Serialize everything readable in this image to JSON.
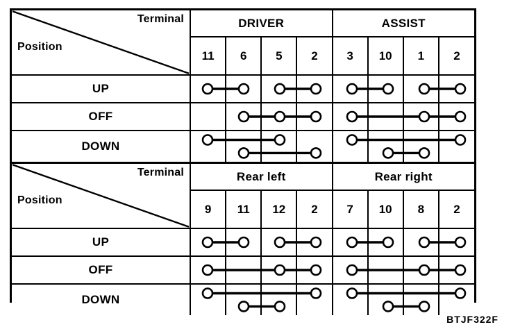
{
  "figure": {
    "code": "BTJF322F",
    "header_labels": {
      "terminal": "Terminal",
      "position": "Position"
    }
  },
  "tables": [
    {
      "name": "front-windows",
      "groups": [
        {
          "label": "DRIVER",
          "terminals": [
            "11",
            "6",
            "5",
            "2"
          ]
        },
        {
          "label": "ASSIST",
          "terminals": [
            "3",
            "10",
            "1",
            "2"
          ]
        }
      ],
      "rows": [
        {
          "label": "UP",
          "groups": [
            {
              "nodes": [
                0,
                1,
                2,
                3
              ],
              "links": [
                [
                  0,
                  1
                ],
                [
                  2,
                  3
                ]
              ]
            },
            {
              "nodes": [
                0,
                1,
                2,
                3
              ],
              "links": [
                [
                  0,
                  1
                ],
                [
                  2,
                  3
                ]
              ]
            }
          ]
        },
        {
          "label": "OFF",
          "groups": [
            {
              "nodes": [
                1,
                2,
                3
              ],
              "links": [
                [
                  1,
                  2
                ],
                [
                  2,
                  3
                ]
              ]
            },
            {
              "nodes": [
                0,
                2,
                3
              ],
              "links": [
                [
                  0,
                  2
                ],
                [
                  2,
                  3
                ]
              ]
            }
          ]
        },
        {
          "label": "DOWN",
          "groups": [
            {
              "upper_nodes": [
                0,
                2
              ],
              "upper_links": [
                [
                  0,
                  2
                ]
              ],
              "lower_nodes": [
                1,
                3
              ],
              "lower_links": [
                [
                  1,
                  3
                ]
              ]
            },
            {
              "upper_nodes": [
                0,
                3
              ],
              "upper_links": [
                [
                  0,
                  3
                ]
              ],
              "lower_nodes": [
                1,
                2
              ],
              "lower_links": [
                [
                  1,
                  2
                ]
              ]
            }
          ]
        }
      ]
    },
    {
      "name": "rear-windows",
      "groups": [
        {
          "label": "Rear left",
          "terminals": [
            "9",
            "11",
            "12",
            "2"
          ]
        },
        {
          "label": "Rear right",
          "terminals": [
            "7",
            "10",
            "8",
            "2"
          ]
        }
      ],
      "rows": [
        {
          "label": "UP",
          "groups": [
            {
              "nodes": [
                0,
                1,
                2,
                3
              ],
              "links": [
                [
                  0,
                  1
                ],
                [
                  2,
                  3
                ]
              ]
            },
            {
              "nodes": [
                0,
                1,
                2,
                3
              ],
              "links": [
                [
                  0,
                  1
                ],
                [
                  2,
                  3
                ]
              ]
            }
          ]
        },
        {
          "label": "OFF",
          "groups": [
            {
              "nodes": [
                0,
                2,
                3
              ],
              "links": [
                [
                  0,
                  2
                ],
                [
                  2,
                  3
                ]
              ]
            },
            {
              "nodes": [
                0,
                2,
                3
              ],
              "links": [
                [
                  0,
                  2
                ],
                [
                  2,
                  3
                ]
              ]
            }
          ]
        },
        {
          "label": "DOWN",
          "groups": [
            {
              "upper_nodes": [
                0,
                3
              ],
              "upper_links": [
                [
                  0,
                  3
                ]
              ],
              "lower_nodes": [
                1,
                2
              ],
              "lower_links": [
                [
                  1,
                  2
                ]
              ]
            },
            {
              "upper_nodes": [
                0,
                3
              ],
              "upper_links": [
                [
                  0,
                  3
                ]
              ],
              "lower_nodes": [
                1,
                2
              ],
              "lower_links": [
                [
                  1,
                  2
                ]
              ]
            }
          ]
        }
      ]
    }
  ],
  "style": {
    "line_color": "#000000",
    "background": "#ffffff"
  }
}
